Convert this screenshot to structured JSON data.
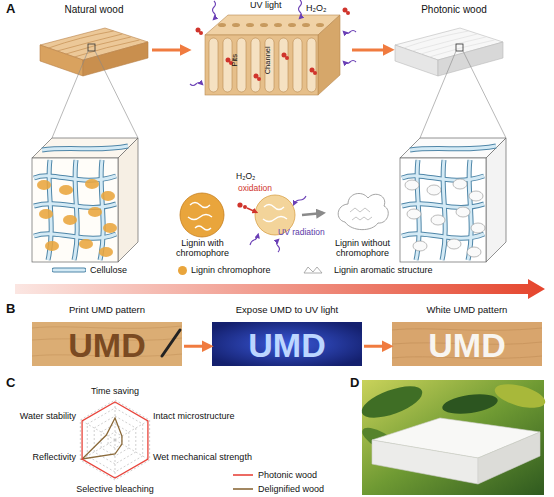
{
  "diagram": {
    "nodes": [
      {
        "text": [
          "Natural wood"
        ]
      },
      {
        "text": [
          "UV light",
          "H₂O₂",
          "Pits",
          "Channel"
        ]
      },
      {
        "text": [
          "Photonic wood"
        ]
      },
      {
        "text": [
          "Lignin with chromophore"
        ]
      },
      {
        "text": [
          "H₂O₂",
          "oxidation",
          "UV radiation"
        ]
      },
      {
        "text": [
          "Lignin without chromophore"
        ]
      },
      {
        "text": [
          "Print UMD pattern",
          "UMD"
        ]
      },
      {
        "text": [
          "Expose UMD to UV light",
          "UMD"
        ]
      },
      {
        "text": [
          "White UMD pattern",
          "UMD"
        ]
      }
    ],
    "edges": [
      {
        "from": 0,
        "to": 1,
        "arrow": "to"
      },
      {
        "from": 1,
        "to": 2,
        "arrow": "to"
      },
      {
        "from": 4,
        "to": 5,
        "arrow": "to"
      },
      {
        "from": 6,
        "to": 7,
        "arrow": "to"
      },
      {
        "from": 7,
        "to": 8,
        "arrow": "to"
      }
    ],
    "labels": [
      "A",
      "B",
      "C",
      "D",
      "Time saving",
      "Intact microstructure",
      "Wet mechanical strength",
      "Selective bleaching",
      "Reflectivity",
      "Water stability"
    ],
    "legend": [
      {
        "text": "Cellulose"
      },
      {
        "text": "Lignin chromophore",
        "color": "#e9a53c"
      },
      {
        "text": "Lignin aromatic structure"
      },
      {
        "text": "Photonic wood"
      },
      {
        "text": "Delignified wood"
      }
    ]
  }
}
